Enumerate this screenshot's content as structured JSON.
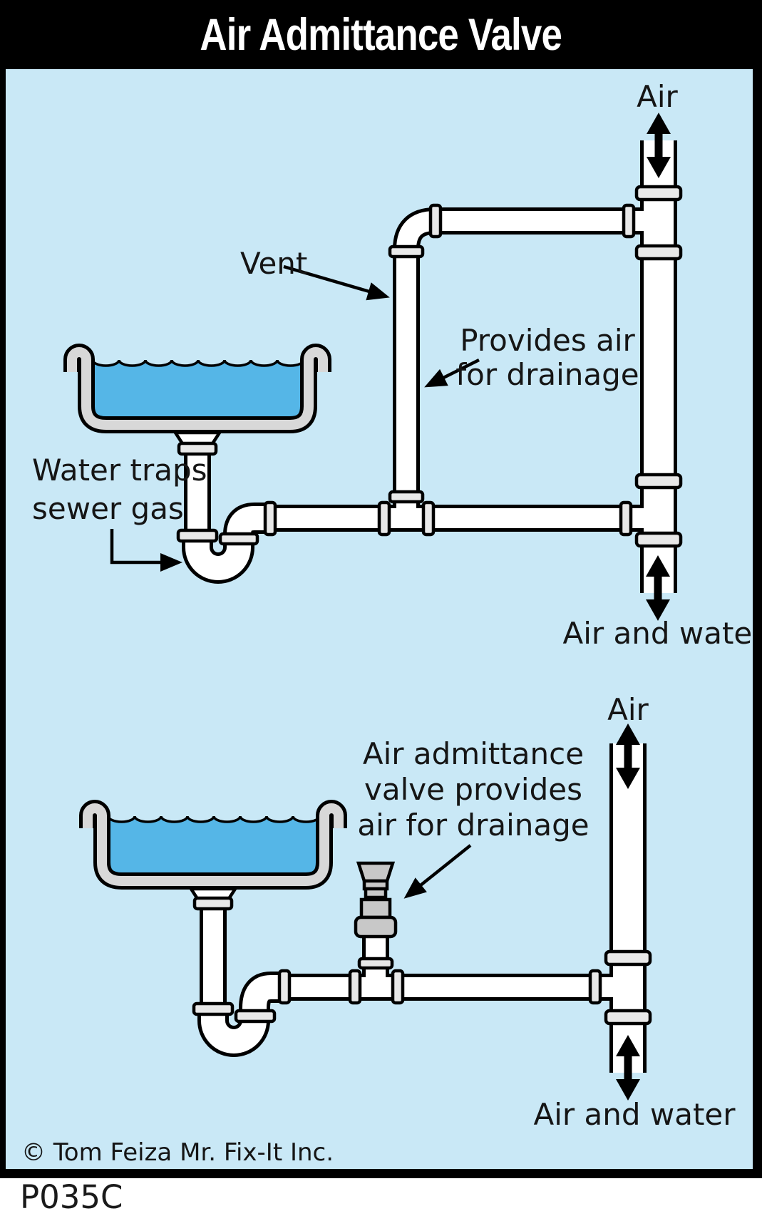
{
  "title_bar": {
    "title": "Air Admittance Valve"
  },
  "colors": {
    "background": "#c9e8f6",
    "water": "#55b6e7",
    "pipe": "#ffffff",
    "fitting_gray": "#e8e8e8",
    "sink_gray": "#d8d8d8",
    "valve_gray": "#c8c8c8",
    "outline": "#000000"
  },
  "top_diagram": {
    "air": "Air",
    "vent": "Vent",
    "provides_air": [
      "Provides air",
      "for drainage"
    ],
    "water_traps": [
      "Water traps",
      "sewer gas"
    ],
    "air_and_water": "Air and water"
  },
  "bottom_diagram": {
    "air": "Air",
    "aav_note": [
      "Air admittance",
      "valve provides",
      "air for drainage"
    ],
    "air_and_water": "Air and water"
  },
  "footer": {
    "copyright": "© Tom Feiza Mr. Fix-It Inc.",
    "figure_code": "P035C"
  },
  "icons": {
    "double_arrow": "double-headed vertical flow arrow",
    "arrowhead": "solid triangular pointer"
  }
}
